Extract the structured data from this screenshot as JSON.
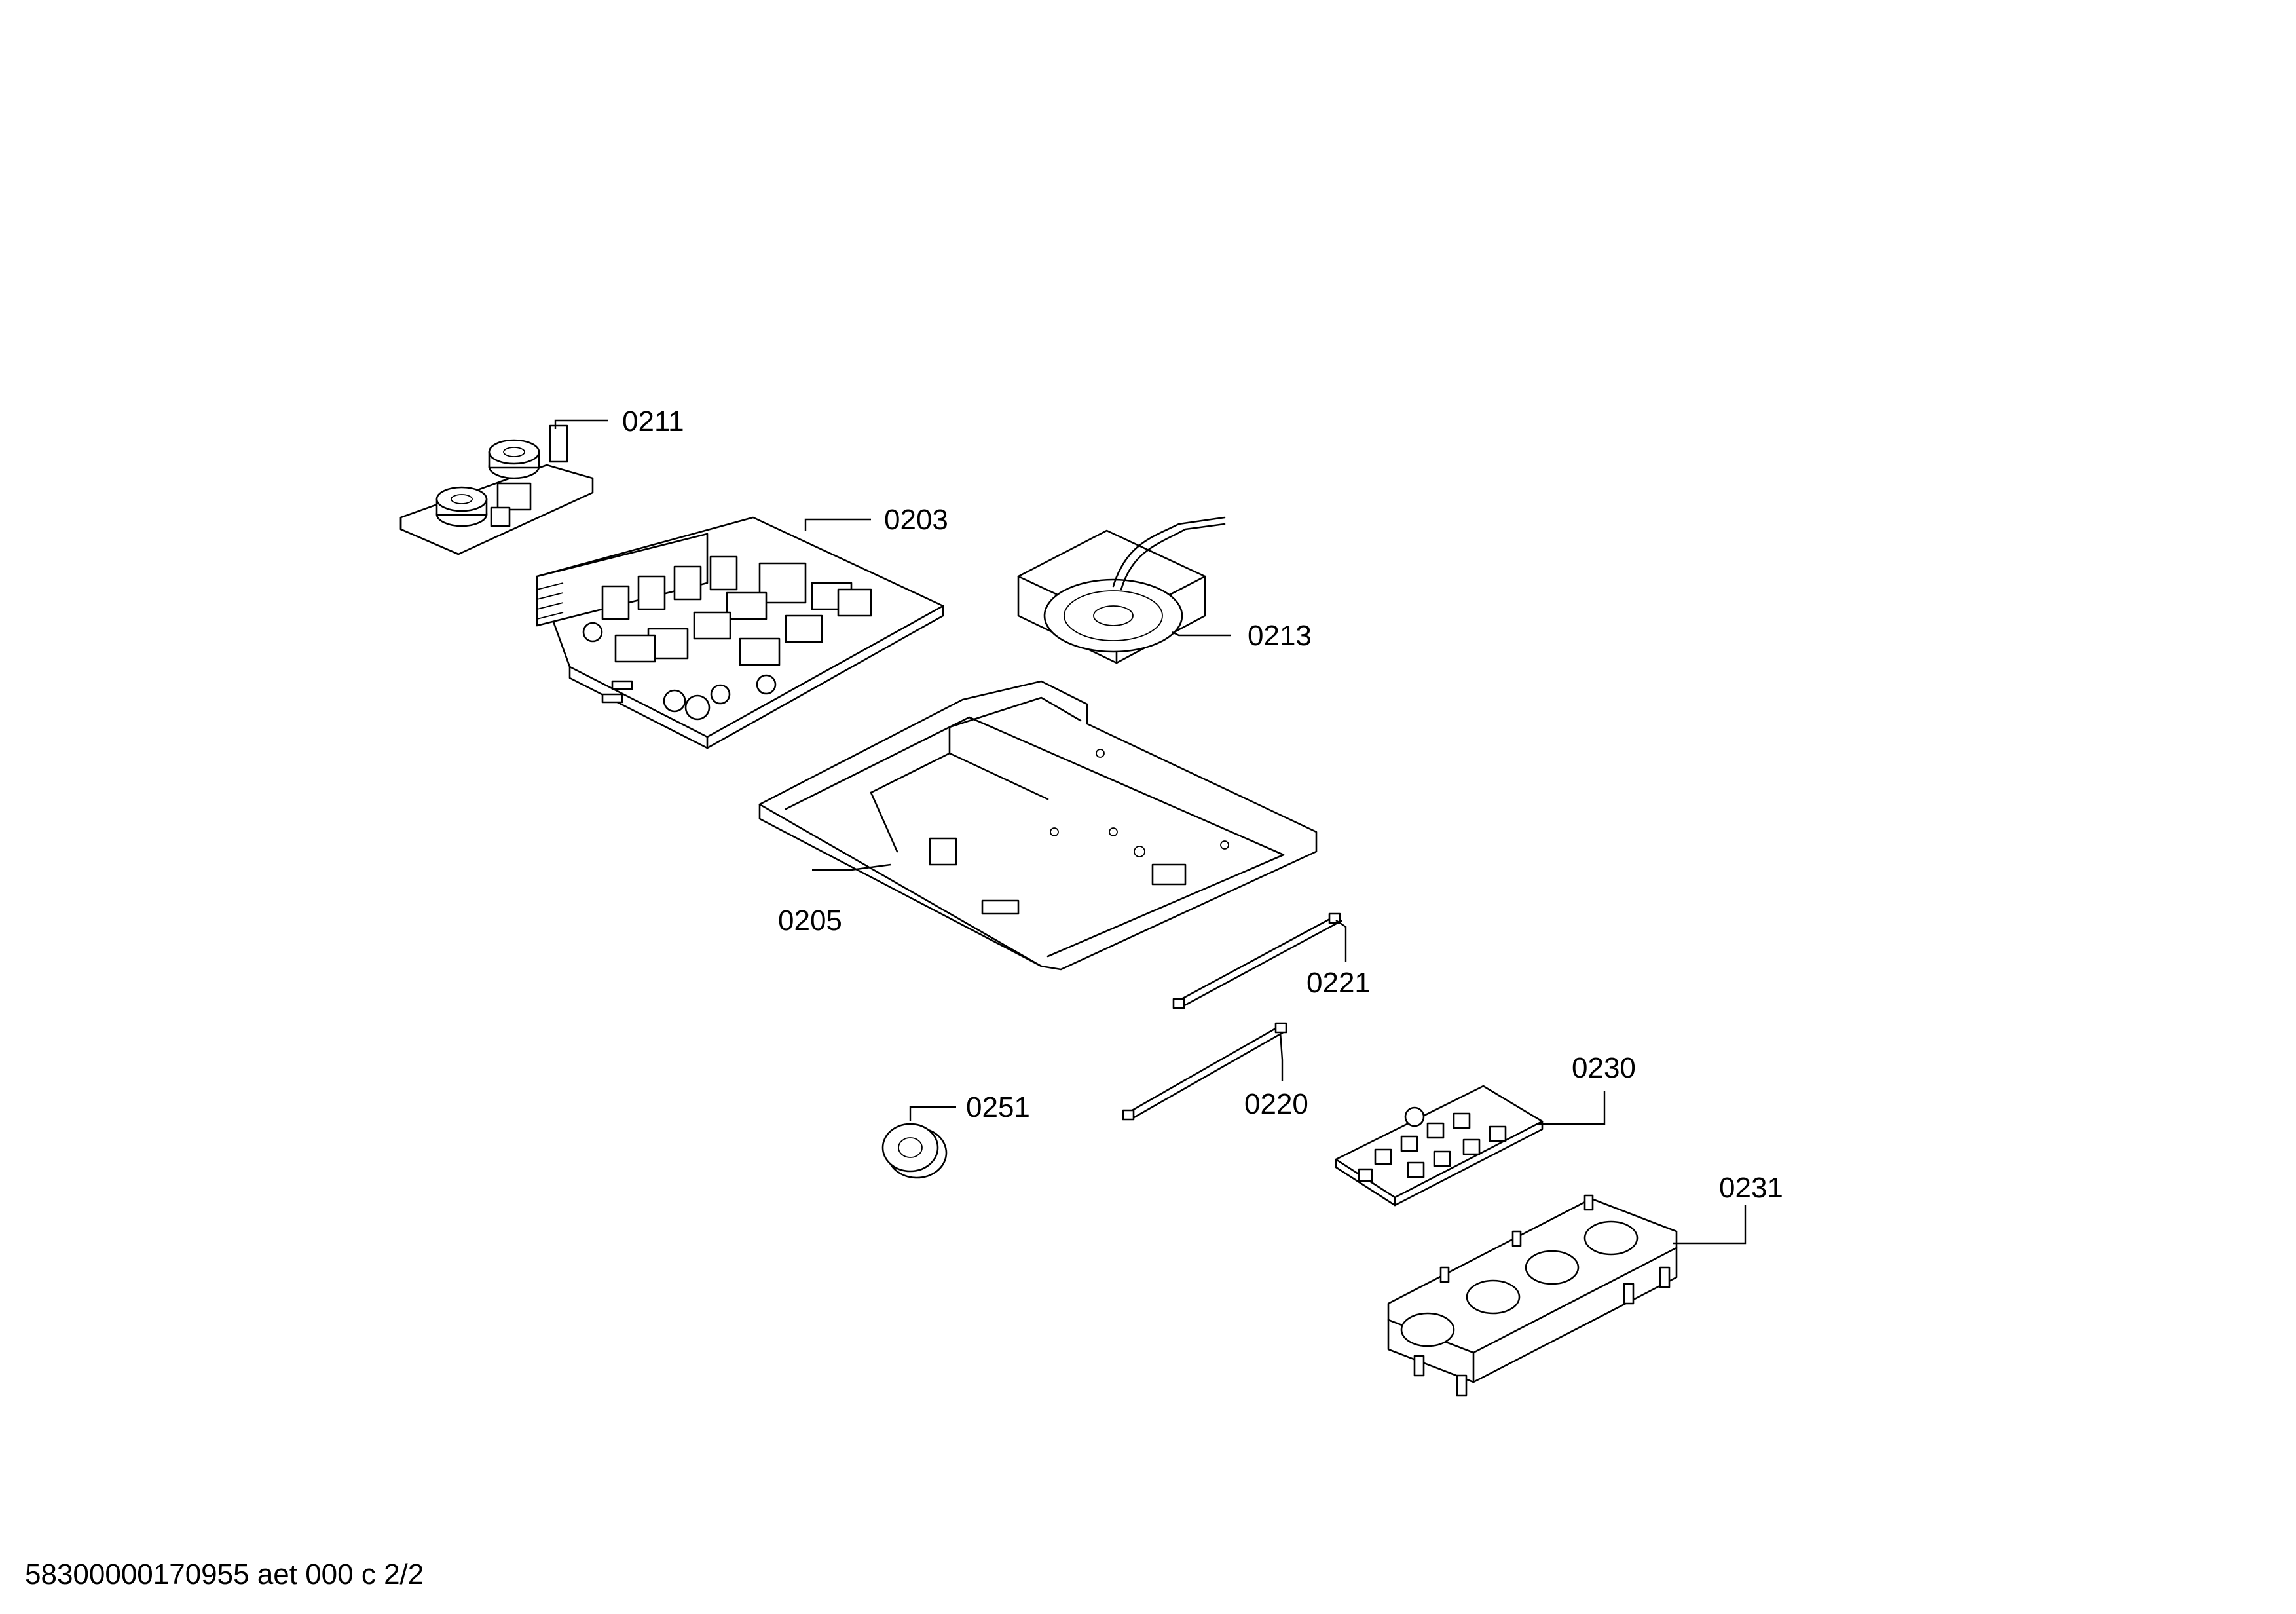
{
  "parts": [
    {
      "id": "p0211",
      "label": "0211"
    },
    {
      "id": "p0203",
      "label": "0203"
    },
    {
      "id": "p0213",
      "label": "0213"
    },
    {
      "id": "p0205",
      "label": "0205"
    },
    {
      "id": "p0221",
      "label": "0221"
    },
    {
      "id": "p0220",
      "label": "0220"
    },
    {
      "id": "p0251",
      "label": "0251"
    },
    {
      "id": "p0230",
      "label": "0230"
    },
    {
      "id": "p0231",
      "label": "0231"
    }
  ],
  "footer": {
    "text": "58300000170955 aet 000 c 2/2"
  }
}
